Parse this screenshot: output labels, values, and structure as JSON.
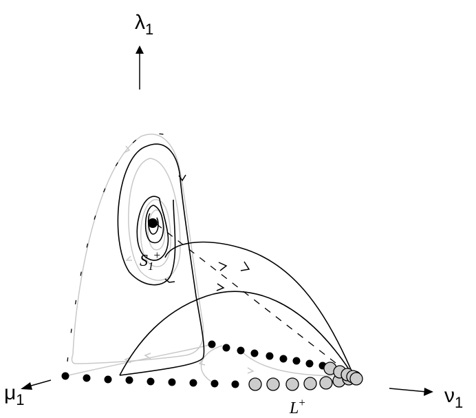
{
  "figure": {
    "type": "phase-space-diagram",
    "colors": {
      "foreground": "#000000",
      "gray_trajectory": "#c8c8c8",
      "gray_point_fill": "#cccccc",
      "background": "#ffffff"
    },
    "axes": {
      "lambda": {
        "symbol": "λ",
        "subscript": "1",
        "direction": "up"
      },
      "mu": {
        "symbol": "μ",
        "subscript": "1",
        "direction": "down-left"
      },
      "nu": {
        "symbol": "ν",
        "subscript": "1",
        "direction": "right"
      }
    },
    "labels": {
      "fixed_point": {
        "name": "S",
        "subscript": "1",
        "superscript": "+"
      },
      "line_of_equilibria": {
        "name": "L",
        "superscript": "+"
      }
    },
    "equilibria_black_lower": [
      [
        95,
        546
      ],
      [
        126,
        549
      ],
      [
        157,
        551
      ],
      [
        188,
        552
      ],
      [
        219,
        554
      ],
      [
        250,
        555
      ],
      [
        281,
        556
      ],
      [
        312,
        557
      ],
      [
        342,
        558
      ]
    ],
    "equilibria_black_upper": [
      [
        308,
        500
      ],
      [
        329,
        505
      ],
      [
        350,
        509
      ],
      [
        370,
        513
      ],
      [
        392,
        517
      ],
      [
        412,
        521
      ],
      [
        431,
        524
      ],
      [
        450,
        528
      ],
      [
        469,
        531
      ]
    ],
    "equilibria_gray_lower": [
      [
        371,
        558
      ],
      [
        397,
        558
      ],
      [
        425,
        558
      ],
      [
        451,
        557
      ],
      [
        474,
        556
      ],
      [
        493,
        553
      ],
      [
        507,
        550
      ],
      [
        516,
        548
      ]
    ],
    "equilibria_gray_upper": [
      [
        480,
        535
      ],
      [
        494,
        540
      ],
      [
        505,
        544
      ],
      [
        513,
        547
      ],
      [
        518,
        550
      ]
    ]
  }
}
